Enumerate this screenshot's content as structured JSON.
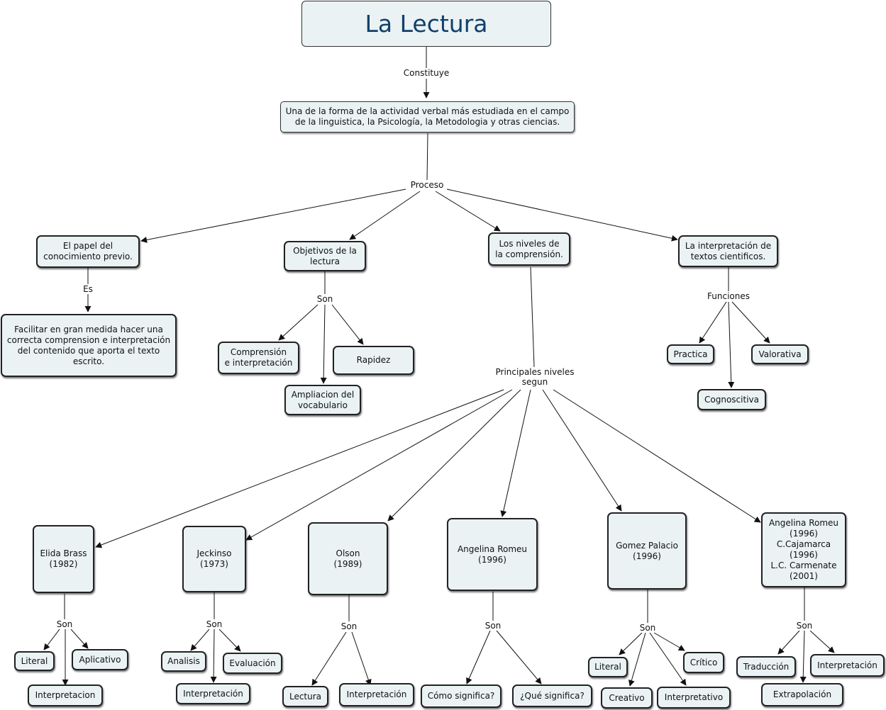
{
  "title": "La Lectura",
  "links": {
    "constituye": "Constituye",
    "proceso": "Proceso",
    "es": "Es",
    "son_objetivos": "Son",
    "funciones": "Funciones",
    "principales": "Principales niveles\nsegun",
    "son_elida": "Son",
    "son_jeckinso": "Son",
    "son_olson": "Son",
    "son_romeu": "Son",
    "son_gomez": "Son",
    "son_angelina": "Son"
  },
  "nodes": {
    "definicion": "Una de la forma de la actividad verbal más estudiada en el campo\nde la linguistica, la Psicología, la Metodologia y otras ciencias.",
    "papel": "El papel del\nconocimiento previo.",
    "facilitar": "Facilitar en gran medida hacer una\ncorrecta comprension e interpretación\ndel contenido que aporta el texto\nescrito.",
    "objetivos": "Objetivos de la\nlectura",
    "comprension": "Comprensión\ne interpretación",
    "rapidez": "Rapidez",
    "ampliacion": "Ampliacion del\nvocabulario",
    "niveles": "Los niveles de\nla comprensión.",
    "interpretacion_textos": "La interpretación de\ntextos cientificos.",
    "practica": "Practica",
    "valorativa": "Valorativa",
    "cognoscitiva": "Cognoscitiva",
    "elida": "Elida Brass\n(1982)",
    "jeckinso": "Jeckinso\n(1973)",
    "olson": "Olson\n(1989)",
    "romeu": "Angelina Romeu\n(1996)",
    "gomez": "Gomez Palacio\n(1996)",
    "angelina_multi": "Angelina Romeu\n(1996)\nC.Cajamarca\n(1996)\nL.C. Carmenate\n(2001)",
    "elida_literal": "Literal",
    "elida_aplicativo": "Aplicativo",
    "elida_interpretacion": "Interpretacion",
    "jeck_analisis": "Analisis",
    "jeck_evaluacion": "Evaluación",
    "jeck_interpretacion": "Interpretación",
    "olson_lectura": "Lectura",
    "olson_interpretacion": "Interpretación",
    "romeu_como": "Cómo significa?",
    "romeu_que": "¿Qué significa?",
    "gomez_literal": "Literal",
    "gomez_critico": "Crítico",
    "gomez_creativo": "Creativo",
    "gomez_interpretativo": "Interpretativo",
    "ang_traduccion": "Traducción",
    "ang_interpretacion": "Interpretación",
    "ang_extrapolacion": "Extrapolación"
  },
  "colors": {
    "node_fill": "#eaf2f4",
    "title_text": "#12406a",
    "stroke": "#111111"
  }
}
